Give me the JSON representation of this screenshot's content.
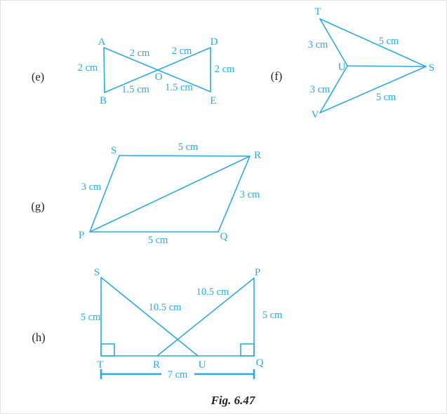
{
  "caption": "Fig. 6.47",
  "colors": {
    "line": "#29ABE2",
    "label_text": "#29ABE2",
    "black_text": "#231f20"
  },
  "e": {
    "label": "(e)",
    "points": {
      "A": "A",
      "B": "B",
      "D": "D",
      "E": "E",
      "O": "O"
    },
    "dims": {
      "ao": "2 cm",
      "od": "2 cm",
      "ab": "2 cm",
      "de": "2 cm",
      "bo": "1.5 cm",
      "oe": "1.5 cm"
    }
  },
  "f": {
    "label": "(f)",
    "points": {
      "T": "T",
      "U": "U",
      "S": "S",
      "V": "V"
    },
    "dims": {
      "tu": "3 cm",
      "ts": "5 cm",
      "uv": "3 cm",
      "vs": "5 cm"
    }
  },
  "g": {
    "label": "(g)",
    "points": {
      "S": "S",
      "R": "R",
      "P": "P",
      "Q": "Q"
    },
    "dims": {
      "sr": "5 cm",
      "sp": "3 cm",
      "rq": "3 cm",
      "pq": "5 cm"
    }
  },
  "h": {
    "label": "(h)",
    "points": {
      "S": "S",
      "P": "P",
      "T": "T",
      "R": "R",
      "U": "U",
      "Q": "Q"
    },
    "dims": {
      "st": "5 cm",
      "pq": "5 cm",
      "su": "10.5 cm",
      "pr": "10.5 cm",
      "tq": "7 cm"
    }
  }
}
